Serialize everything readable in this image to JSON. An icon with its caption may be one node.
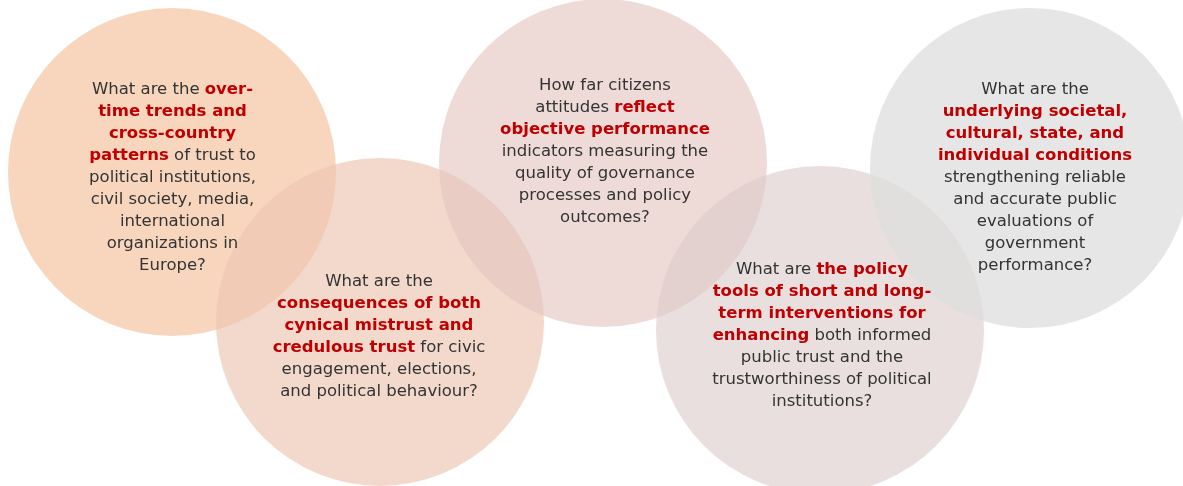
{
  "diagram": {
    "nodes": [
      {
        "text": [
          "What are the **over-time trends and cross-country patterns** of trust to political institutions, civil society, media, international organizations in Europe?"
        ]
      },
      {
        "text": [
          "What are the **consequences of both cynical mistrust and credulous trust** for civic engagement, elections, and political behaviour?"
        ]
      },
      {
        "text": [
          "How far citizens attitudes **reflect objective performance** indicators measuring the quality of governance processes and policy outcomes?"
        ]
      },
      {
        "text": [
          "What are **the policy tools of short and long-term interventions for enhancing** both informed public trust and the trustworthiness of political institutions?"
        ]
      },
      {
        "text": [
          "What are the **underlying societal, cultural, state, and individual conditions** strengthening reliable and accurate public evaluations of government performance?"
        ]
      }
    ]
  }
}
